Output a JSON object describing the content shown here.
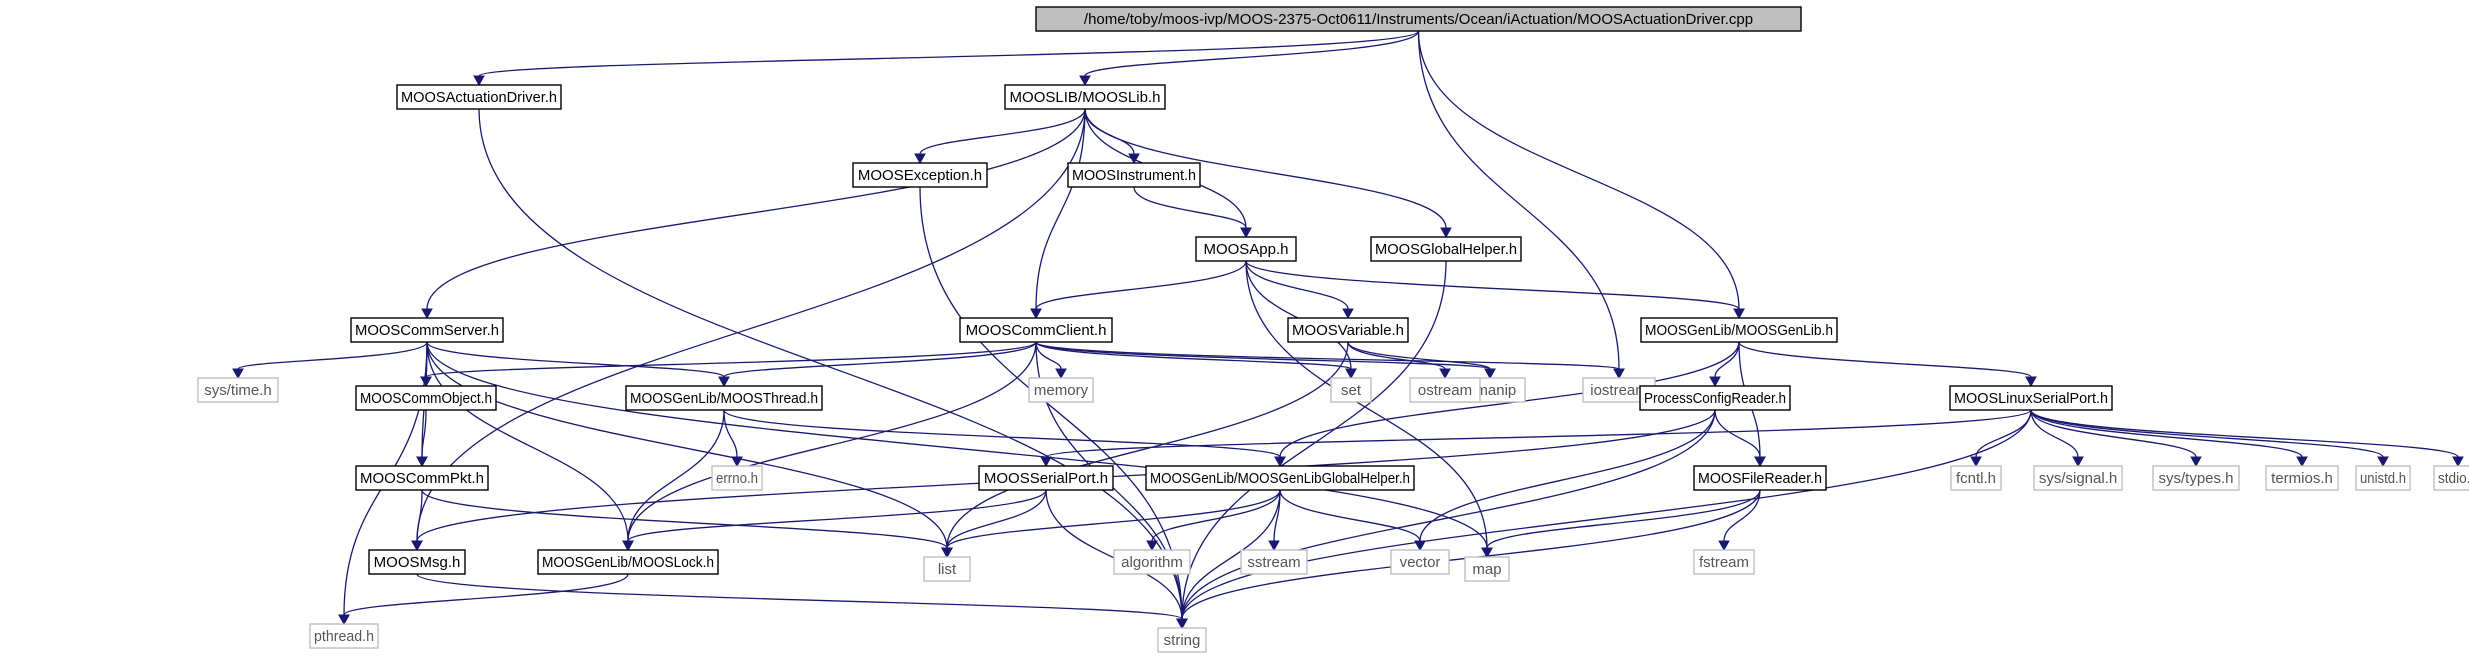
{
  "diagram": {
    "colors": {
      "edge": "#191970",
      "root_fill": "#bfbfbf",
      "dark_border": "#000000",
      "light_border": "#bfbfbf"
    },
    "nodes": [
      {
        "id": "root",
        "label": "/home/toby/moos-ivp/MOOS-2375-Oct0611/Instruments/Ocean/iActuation/MOOSActuationDriver.cpp",
        "style": "root"
      },
      {
        "id": "actdrv",
        "label": "MOOSActuationDriver.h",
        "style": "dark"
      },
      {
        "id": "mooslib",
        "label": "MOOSLIB/MOOSLib.h",
        "style": "dark"
      },
      {
        "id": "genlib",
        "label": "MOOSGenLib/MOOSGenLib.h",
        "style": "dark"
      },
      {
        "id": "iostream",
        "label": "iostream",
        "style": "light"
      },
      {
        "id": "exception",
        "label": "MOOSException.h",
        "style": "dark"
      },
      {
        "id": "instrument",
        "label": "MOOSInstrument.h",
        "style": "dark"
      },
      {
        "id": "globalhelper",
        "label": "MOOSGlobalHelper.h",
        "style": "dark"
      },
      {
        "id": "commserver",
        "label": "MOOSCommServer.h",
        "style": "dark"
      },
      {
        "id": "mooslock",
        "label": "MOOSGenLib/MOOSLock.h",
        "style": "dark"
      },
      {
        "id": "moosmsg",
        "label": "MOOSMsg.h",
        "style": "dark"
      },
      {
        "id": "mooscommclient",
        "label": "MOOSCommClient.h",
        "style": "dark"
      },
      {
        "id": "moosapp",
        "label": "MOOSApp.h",
        "style": "dark"
      },
      {
        "id": "moosvariable",
        "label": "MOOSVariable.h",
        "style": "dark"
      },
      {
        "id": "set",
        "label": "set",
        "style": "light"
      },
      {
        "id": "iomanip",
        "label": "iomanip",
        "style": "light"
      },
      {
        "id": "memory",
        "label": "memory",
        "style": "light"
      },
      {
        "id": "ostream",
        "label": "ostream",
        "style": "light"
      },
      {
        "id": "map",
        "label": "map",
        "style": "light"
      },
      {
        "id": "systime",
        "label": "sys/time.h",
        "style": "light"
      },
      {
        "id": "commobject",
        "label": "MOOSCommObject.h",
        "style": "dark"
      },
      {
        "id": "commpkt",
        "label": "MOOSCommPkt.h",
        "style": "dark"
      },
      {
        "id": "moosthread",
        "label": "MOOSGenLib/MOOSThread.h",
        "style": "dark"
      },
      {
        "id": "errno",
        "label": "errno.h",
        "style": "light"
      },
      {
        "id": "pthread",
        "label": "pthread.h",
        "style": "light"
      },
      {
        "id": "list",
        "label": "list",
        "style": "light"
      },
      {
        "id": "string",
        "label": "string",
        "style": "light"
      },
      {
        "id": "pcr",
        "label": "ProcessConfigReader.h",
        "style": "dark"
      },
      {
        "id": "linuxserial",
        "label": "MOOSLinuxSerialPort.h",
        "style": "dark"
      },
      {
        "id": "serialport",
        "label": "MOOSSerialPort.h",
        "style": "dark"
      },
      {
        "id": "genlibglobal",
        "label": "MOOSGenLib/MOOSGenLibGlobalHelper.h",
        "style": "dark"
      },
      {
        "id": "filereader",
        "label": "MOOSFileReader.h",
        "style": "dark"
      },
      {
        "id": "algorithm",
        "label": "algorithm",
        "style": "light"
      },
      {
        "id": "sstream",
        "label": "sstream",
        "style": "light"
      },
      {
        "id": "vector",
        "label": "vector",
        "style": "light"
      },
      {
        "id": "fstream",
        "label": "fstream",
        "style": "light"
      },
      {
        "id": "fcntl",
        "label": "fcntl.h",
        "style": "light"
      },
      {
        "id": "signal",
        "label": "sys/signal.h",
        "style": "light"
      },
      {
        "id": "systypes",
        "label": "sys/types.h",
        "style": "light"
      },
      {
        "id": "termios",
        "label": "termios.h",
        "style": "light"
      },
      {
        "id": "unistd",
        "label": "unistd.h",
        "style": "light"
      },
      {
        "id": "stdio",
        "label": "stdio.h",
        "style": "light"
      }
    ],
    "edges": [
      [
        "root",
        "actdrv"
      ],
      [
        "root",
        "mooslib"
      ],
      [
        "root",
        "genlib"
      ],
      [
        "root",
        "iostream"
      ],
      [
        "actdrv",
        "string"
      ],
      [
        "mooslib",
        "exception"
      ],
      [
        "mooslib",
        "instrument"
      ],
      [
        "mooslib",
        "globalhelper"
      ],
      [
        "mooslib",
        "commserver"
      ],
      [
        "mooslib",
        "moosmsg"
      ],
      [
        "mooslib",
        "mooscommclient"
      ],
      [
        "mooslib",
        "moosapp"
      ],
      [
        "exception",
        "string"
      ],
      [
        "instrument",
        "moosapp"
      ],
      [
        "globalhelper",
        "string"
      ],
      [
        "moosapp",
        "mooscommclient"
      ],
      [
        "moosapp",
        "moosvariable"
      ],
      [
        "moosapp",
        "set"
      ],
      [
        "moosapp",
        "map"
      ],
      [
        "moosapp",
        "genlib"
      ],
      [
        "moosvariable",
        "iomanip"
      ],
      [
        "moosvariable",
        "ostream"
      ],
      [
        "moosvariable",
        "list"
      ],
      [
        "mooscommclient",
        "commobject"
      ],
      [
        "mooscommclient",
        "moosthread"
      ],
      [
        "mooscommclient",
        "mooslock"
      ],
      [
        "mooscommclient",
        "memory"
      ],
      [
        "mooscommclient",
        "set"
      ],
      [
        "mooscommclient",
        "iomanip"
      ],
      [
        "mooscommclient",
        "iostream"
      ],
      [
        "mooscommclient",
        "string"
      ],
      [
        "commserver",
        "pthread"
      ],
      [
        "commserver",
        "systime"
      ],
      [
        "commserver",
        "commobject"
      ],
      [
        "commserver",
        "commpkt"
      ],
      [
        "commserver",
        "moosthread"
      ],
      [
        "commserver",
        "mooslock"
      ],
      [
        "commserver",
        "list"
      ],
      [
        "commserver",
        "map"
      ],
      [
        "commobject",
        "commpkt"
      ],
      [
        "commpkt",
        "moosmsg"
      ],
      [
        "commpkt",
        "list"
      ],
      [
        "moosthread",
        "errno"
      ],
      [
        "moosthread",
        "mooslock"
      ],
      [
        "moosthread",
        "genlibglobal"
      ],
      [
        "mooslock",
        "pthread"
      ],
      [
        "moosmsg",
        "string"
      ],
      [
        "genlib",
        "pcr"
      ],
      [
        "genlib",
        "linuxserial"
      ],
      [
        "genlib",
        "genlibglobal"
      ],
      [
        "genlib",
        "filereader"
      ],
      [
        "pcr",
        "filereader"
      ],
      [
        "pcr",
        "moosmsg"
      ],
      [
        "pcr",
        "vector"
      ],
      [
        "pcr",
        "string"
      ],
      [
        "linuxserial",
        "serialport"
      ],
      [
        "linuxserial",
        "fcntl"
      ],
      [
        "linuxserial",
        "signal"
      ],
      [
        "linuxserial",
        "systypes"
      ],
      [
        "linuxserial",
        "termios"
      ],
      [
        "linuxserial",
        "unistd"
      ],
      [
        "linuxserial",
        "stdio"
      ],
      [
        "linuxserial",
        "string"
      ],
      [
        "serialport",
        "mooslock"
      ],
      [
        "serialport",
        "list"
      ],
      [
        "serialport",
        "string"
      ],
      [
        "genlibglobal",
        "list"
      ],
      [
        "genlibglobal",
        "algorithm"
      ],
      [
        "genlibglobal",
        "sstream"
      ],
      [
        "genlibglobal",
        "vector"
      ],
      [
        "genlibglobal",
        "string"
      ],
      [
        "filereader",
        "map"
      ],
      [
        "filereader",
        "fstream"
      ],
      [
        "filereader",
        "string"
      ]
    ]
  }
}
